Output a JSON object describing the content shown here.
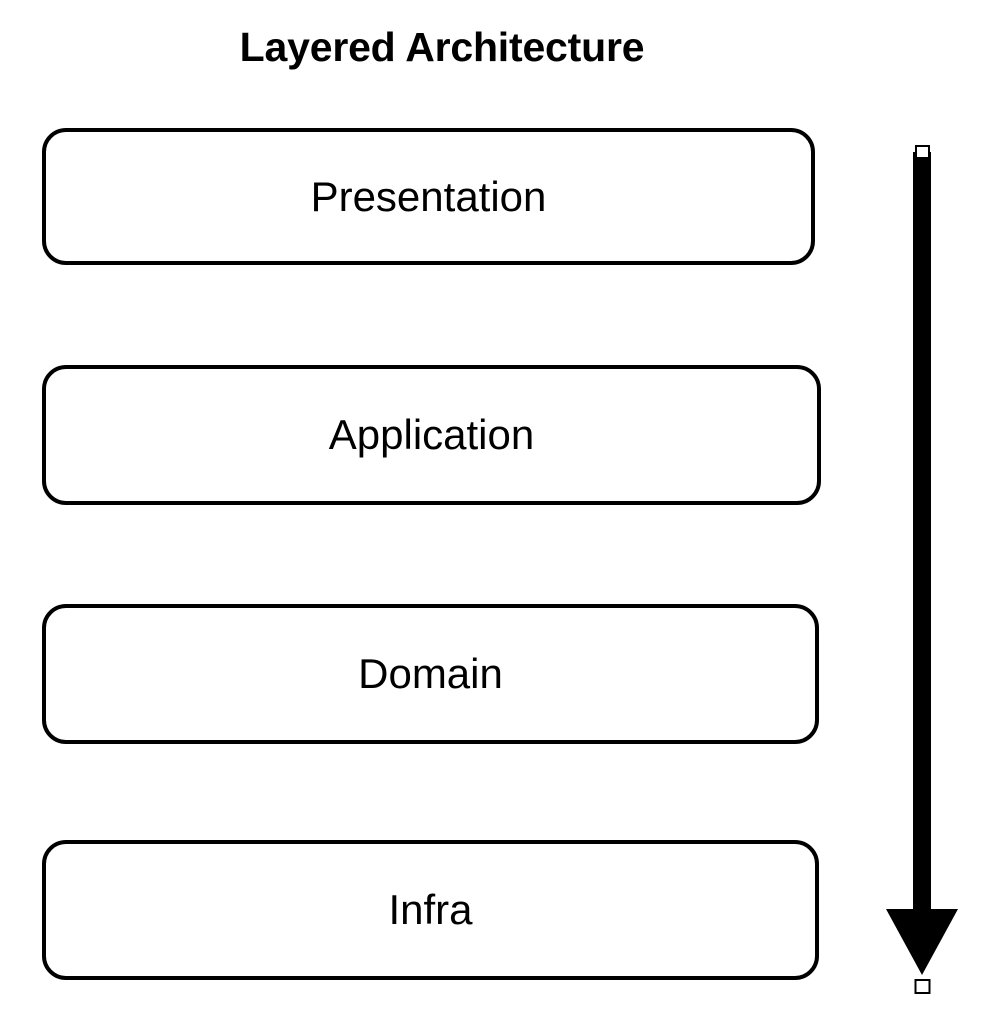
{
  "diagram": {
    "title": "Layered Architecture",
    "type": "layered-stack",
    "background_color": "#ffffff",
    "stroke_color": "#000000",
    "fill_color": "#ffffff",
    "layers": [
      {
        "label": "Presentation",
        "order": 1
      },
      {
        "label": "Application",
        "order": 2
      },
      {
        "label": "Domain",
        "order": 3
      },
      {
        "label": "Infra",
        "order": 4
      }
    ],
    "arrow": {
      "name": "downward-dependency-arrow",
      "direction": "down",
      "color": "#000000",
      "endpoint_handle_fill": "#ffffff",
      "endpoint_handle_stroke": "#000000"
    }
  }
}
